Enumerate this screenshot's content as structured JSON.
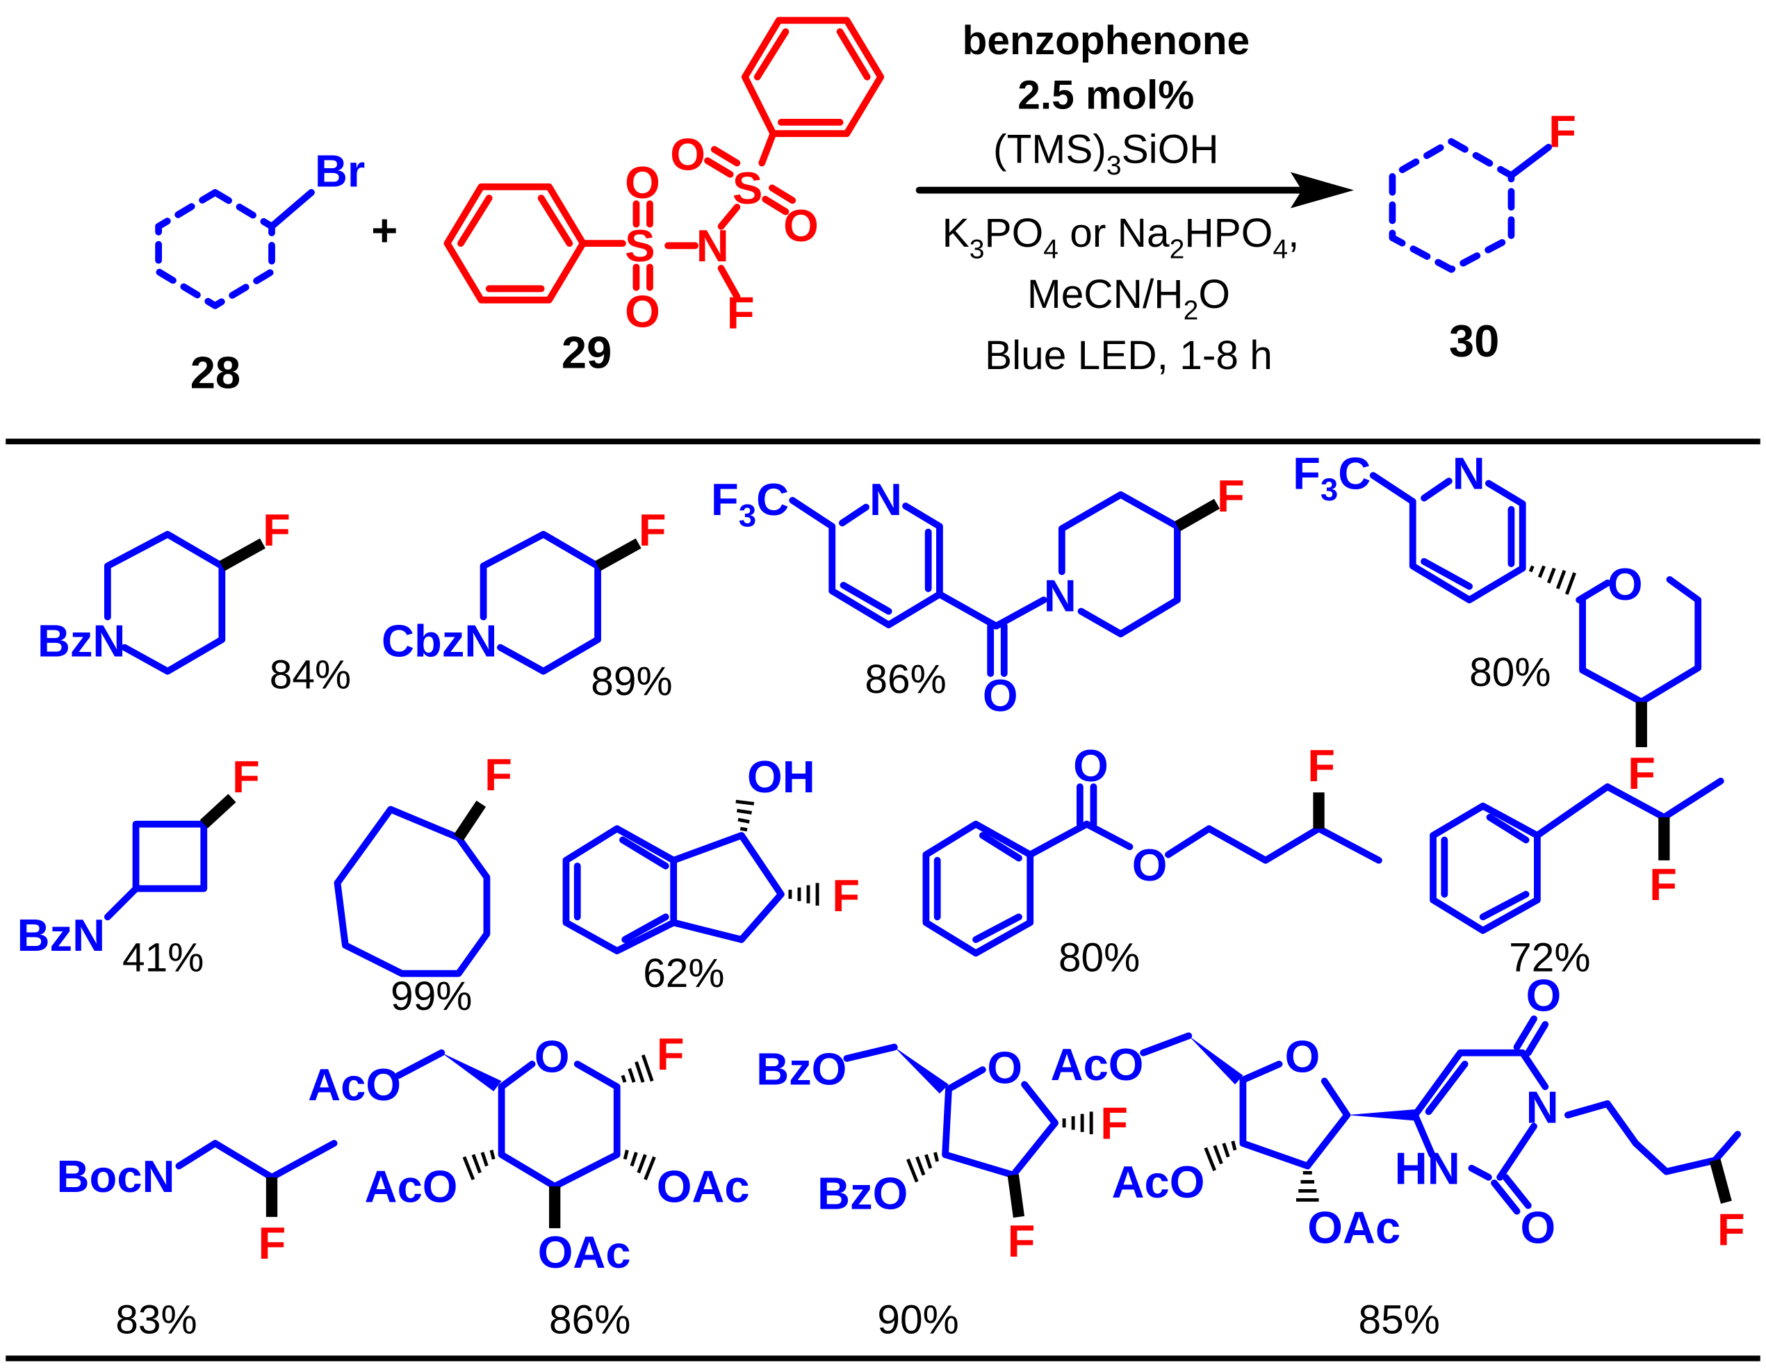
{
  "reaction": {
    "reactant_1": {
      "number": "28",
      "atom": "Br"
    },
    "plus": "+",
    "reactant_2": {
      "number": "29",
      "atoms": {
        "S": "S",
        "O": "O",
        "N": "N",
        "F": "F"
      }
    },
    "product": {
      "number": "30",
      "atom": "F"
    },
    "conditions": {
      "catalyst": "benzophenone",
      "loading": "2.5 mol%",
      "additive_main": "(TMS)",
      "additive_sub": "3",
      "additive_tail": "SiOH",
      "base_1": "K",
      "base_1_sub": "3",
      "base_1_tail": "PO",
      "base_1_sub2": "4",
      "base_or": " or Na",
      "base_2_sub": "2",
      "base_2_mid": "HPO",
      "base_2_sub2": "4",
      "base_2_tail": ",",
      "solvent_main": "MeCN/H",
      "solvent_sub": "2",
      "solvent_tail": "O",
      "light": "Blue LED, 1-8 h"
    }
  },
  "labels": {
    "F": "F",
    "N": "N",
    "O": "O",
    "OH": "OH",
    "BzN": "BzN",
    "CbzN": "CbzN",
    "BocN": "BocN",
    "F3C_main": "F",
    "F3C_sub": "3",
    "F3C_tail": "C",
    "AcO": "AcO",
    "OAc": "OAc",
    "BzO": "BzO",
    "HN": "HN"
  },
  "yields": {
    "y1": "84%",
    "y2": "89%",
    "y3": "86%",
    "y4": "80%",
    "y5": "41%",
    "y6": "99%",
    "y7": "62%",
    "y8": "80%",
    "y9": "72%",
    "y10": "83%",
    "y11": "86%",
    "y12": "90%",
    "y13": "85%"
  },
  "colors": {
    "substrate": "#0000ff",
    "fluorine": "#ff0000",
    "reagent": "#ff0000",
    "text": "#000000"
  }
}
